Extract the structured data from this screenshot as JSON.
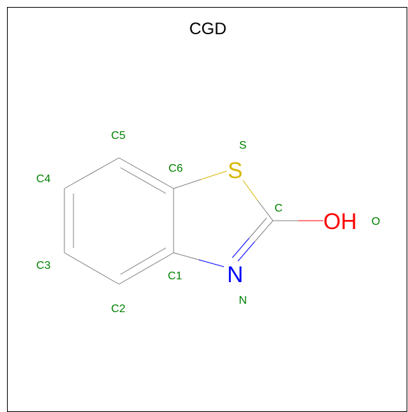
{
  "diagram": {
    "title": "CGD",
    "atoms": {
      "S": {
        "symbol": "S",
        "label": "S",
        "color": "#d8b800"
      },
      "N": {
        "symbol": "N",
        "label": "N",
        "color": "#0000ff"
      },
      "O": {
        "symbol": "OH",
        "label": "O",
        "color": "#ff0000"
      }
    },
    "carbon_labels": {
      "C": "C",
      "C1": "C1",
      "C2": "C2",
      "C3": "C3",
      "C4": "C4",
      "C5": "C5",
      "C6": "C6"
    },
    "colors": {
      "label": "#008000",
      "bond": "#808080"
    }
  }
}
